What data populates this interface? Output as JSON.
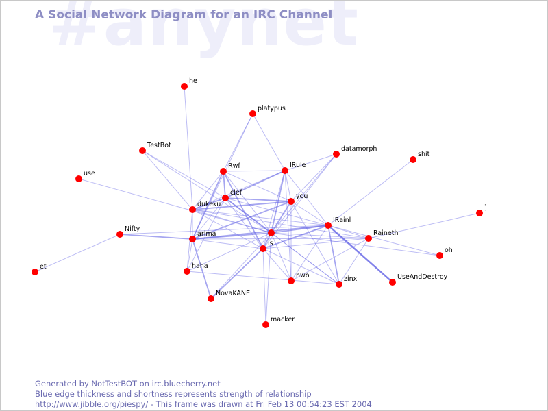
{
  "watermark": "#anynet",
  "title": "A Social Network Diagram for an IRC Channel",
  "footer": {
    "line1": "Generated by NotTestBOT on irc.bluecherry.net",
    "line2": "Blue edge thickness and shortness represents strength of relationship",
    "line3": "http://www.jibble.org/piespy/ - This frame was drawn at Fri Feb 13 00:54:23 EST 2004"
  },
  "colors": {
    "node": "#ff0000",
    "edge": "#6b6be6",
    "title": "#8e8ec4",
    "watermark": "#eeeefa",
    "footer": "#6a6ab0"
  },
  "nodes": [
    {
      "id": "he",
      "label": "he"
    },
    {
      "id": "platypus",
      "label": "platypus"
    },
    {
      "id": "TestBot",
      "label": "TestBot"
    },
    {
      "id": "datamorph",
      "label": "datamorph"
    },
    {
      "id": "shit",
      "label": "shit"
    },
    {
      "id": "use",
      "label": "use"
    },
    {
      "id": "Rwf",
      "label": "Rwf"
    },
    {
      "id": "IRule",
      "label": "IRule"
    },
    {
      "id": "clef",
      "label": "clef"
    },
    {
      "id": "you",
      "label": "you"
    },
    {
      "id": "dukeku",
      "label": "dukeku"
    },
    {
      "id": "bracket",
      "label": "]"
    },
    {
      "id": "IRainl",
      "label": "IRainl"
    },
    {
      "id": "i",
      "label": "i"
    },
    {
      "id": "Nifty",
      "label": "Nifty"
    },
    {
      "id": "arima",
      "label": "arima"
    },
    {
      "id": "Raineth",
      "label": "Raineth"
    },
    {
      "id": "is",
      "label": "is"
    },
    {
      "id": "oh",
      "label": "oh"
    },
    {
      "id": "haha",
      "label": "haha"
    },
    {
      "id": "et",
      "label": "et"
    },
    {
      "id": "nwo",
      "label": "nwo"
    },
    {
      "id": "zinx",
      "label": "zinx"
    },
    {
      "id": "UseAndDestroy",
      "label": "UseAndDestroy"
    },
    {
      "id": "NovaKANE",
      "label": "NovaKANE"
    },
    {
      "id": "macker",
      "label": "macker"
    }
  ],
  "edges": [
    {
      "a": "he",
      "b": "dukeku",
      "w": 1
    },
    {
      "a": "platypus",
      "b": "Rwf",
      "w": 1
    },
    {
      "a": "platypus",
      "b": "IRule",
      "w": 1
    },
    {
      "a": "platypus",
      "b": "arima",
      "w": 1
    },
    {
      "a": "TestBot",
      "b": "dukeku",
      "w": 1
    },
    {
      "a": "TestBot",
      "b": "i",
      "w": 1
    },
    {
      "a": "TestBot",
      "b": "clef",
      "w": 1
    },
    {
      "a": "datamorph",
      "b": "IRule",
      "w": 1
    },
    {
      "a": "datamorph",
      "b": "you",
      "w": 1
    },
    {
      "a": "datamorph",
      "b": "is",
      "w": 1
    },
    {
      "a": "datamorph",
      "b": "i",
      "w": 1
    },
    {
      "a": "shit",
      "b": "IRainl",
      "w": 1
    },
    {
      "a": "use",
      "b": "i",
      "w": 1
    },
    {
      "a": "Rwf",
      "b": "IRule",
      "w": 1
    },
    {
      "a": "Rwf",
      "b": "clef",
      "w": 2
    },
    {
      "a": "Rwf",
      "b": "dukeku",
      "w": 1
    },
    {
      "a": "Rwf",
      "b": "you",
      "w": 1
    },
    {
      "a": "Rwf",
      "b": "is",
      "w": 2
    },
    {
      "a": "Rwf",
      "b": "arima",
      "w": 2
    },
    {
      "a": "Rwf",
      "b": "i",
      "w": 1
    },
    {
      "a": "IRule",
      "b": "you",
      "w": 1
    },
    {
      "a": "IRule",
      "b": "clef",
      "w": 2
    },
    {
      "a": "IRule",
      "b": "i",
      "w": 2
    },
    {
      "a": "IRule",
      "b": "is",
      "w": 1
    },
    {
      "a": "IRule",
      "b": "IRainl",
      "w": 1
    },
    {
      "a": "IRule",
      "b": "nwo",
      "w": 1
    },
    {
      "a": "IRule",
      "b": "dukeku",
      "w": 1
    },
    {
      "a": "clef",
      "b": "you",
      "w": 2
    },
    {
      "a": "clef",
      "b": "dukeku",
      "w": 2
    },
    {
      "a": "clef",
      "b": "i",
      "w": 2
    },
    {
      "a": "clef",
      "b": "is",
      "w": 1
    },
    {
      "a": "clef",
      "b": "arima",
      "w": 1
    },
    {
      "a": "clef",
      "b": "IRainl",
      "w": 1
    },
    {
      "a": "clef",
      "b": "haha",
      "w": 1
    },
    {
      "a": "clef",
      "b": "zinx",
      "w": 1
    },
    {
      "a": "you",
      "b": "dukeku",
      "w": 2
    },
    {
      "a": "you",
      "b": "i",
      "w": 2
    },
    {
      "a": "you",
      "b": "arima",
      "w": 2
    },
    {
      "a": "you",
      "b": "IRainl",
      "w": 1
    },
    {
      "a": "you",
      "b": "nwo",
      "w": 1
    },
    {
      "a": "you",
      "b": "zinx",
      "w": 1
    },
    {
      "a": "dukeku",
      "b": "i",
      "w": 1
    },
    {
      "a": "dukeku",
      "b": "arima",
      "w": 1
    },
    {
      "a": "dukeku",
      "b": "is",
      "w": 1
    },
    {
      "a": "dukeku",
      "b": "Raineth",
      "w": 1
    },
    {
      "a": "dukeku",
      "b": "haha",
      "w": 1
    },
    {
      "a": "dukeku",
      "b": "IRainl",
      "w": 1
    },
    {
      "a": "i",
      "b": "arima",
      "w": 2
    },
    {
      "a": "i",
      "b": "IRainl",
      "w": 2
    },
    {
      "a": "i",
      "b": "is",
      "w": 2
    },
    {
      "a": "i",
      "b": "Raineth",
      "w": 1
    },
    {
      "a": "i",
      "b": "nwo",
      "w": 1
    },
    {
      "a": "i",
      "b": "zinx",
      "w": 1
    },
    {
      "a": "i",
      "b": "haha",
      "w": 1
    },
    {
      "a": "i",
      "b": "macker",
      "w": 1
    },
    {
      "a": "i",
      "b": "oh",
      "w": 1
    },
    {
      "a": "i",
      "b": "NovaKANE",
      "w": 1
    },
    {
      "a": "Nifty",
      "b": "arima",
      "w": 2
    },
    {
      "a": "Nifty",
      "b": "et",
      "w": 1
    },
    {
      "a": "Nifty",
      "b": "IRainl",
      "w": 1
    },
    {
      "a": "arima",
      "b": "is",
      "w": 1
    },
    {
      "a": "arima",
      "b": "IRainl",
      "w": 2
    },
    {
      "a": "arima",
      "b": "NovaKANE",
      "w": 2
    },
    {
      "a": "arima",
      "b": "Raineth",
      "w": 1
    },
    {
      "a": "IRainl",
      "b": "is",
      "w": 2
    },
    {
      "a": "IRainl",
      "b": "Raineth",
      "w": 1
    },
    {
      "a": "IRainl",
      "b": "UseAndDestroy",
      "w": 3
    },
    {
      "a": "IRainl",
      "b": "zinx",
      "w": 2
    },
    {
      "a": "IRainl",
      "b": "nwo",
      "w": 1
    },
    {
      "a": "IRainl",
      "b": "oh",
      "w": 1
    },
    {
      "a": "Raineth",
      "b": "bracket",
      "w": 1
    },
    {
      "a": "Raineth",
      "b": "is",
      "w": 1
    },
    {
      "a": "Raineth",
      "b": "zinx",
      "w": 1
    },
    {
      "a": "Raineth",
      "b": "nwo",
      "w": 1
    },
    {
      "a": "is",
      "b": "nwo",
      "w": 1
    },
    {
      "a": "is",
      "b": "zinx",
      "w": 1
    },
    {
      "a": "is",
      "b": "NovaKANE",
      "w": 2
    },
    {
      "a": "is",
      "b": "macker",
      "w": 1
    },
    {
      "a": "haha",
      "b": "zinx",
      "w": 1
    },
    {
      "a": "haha",
      "b": "arima",
      "w": 1
    }
  ]
}
